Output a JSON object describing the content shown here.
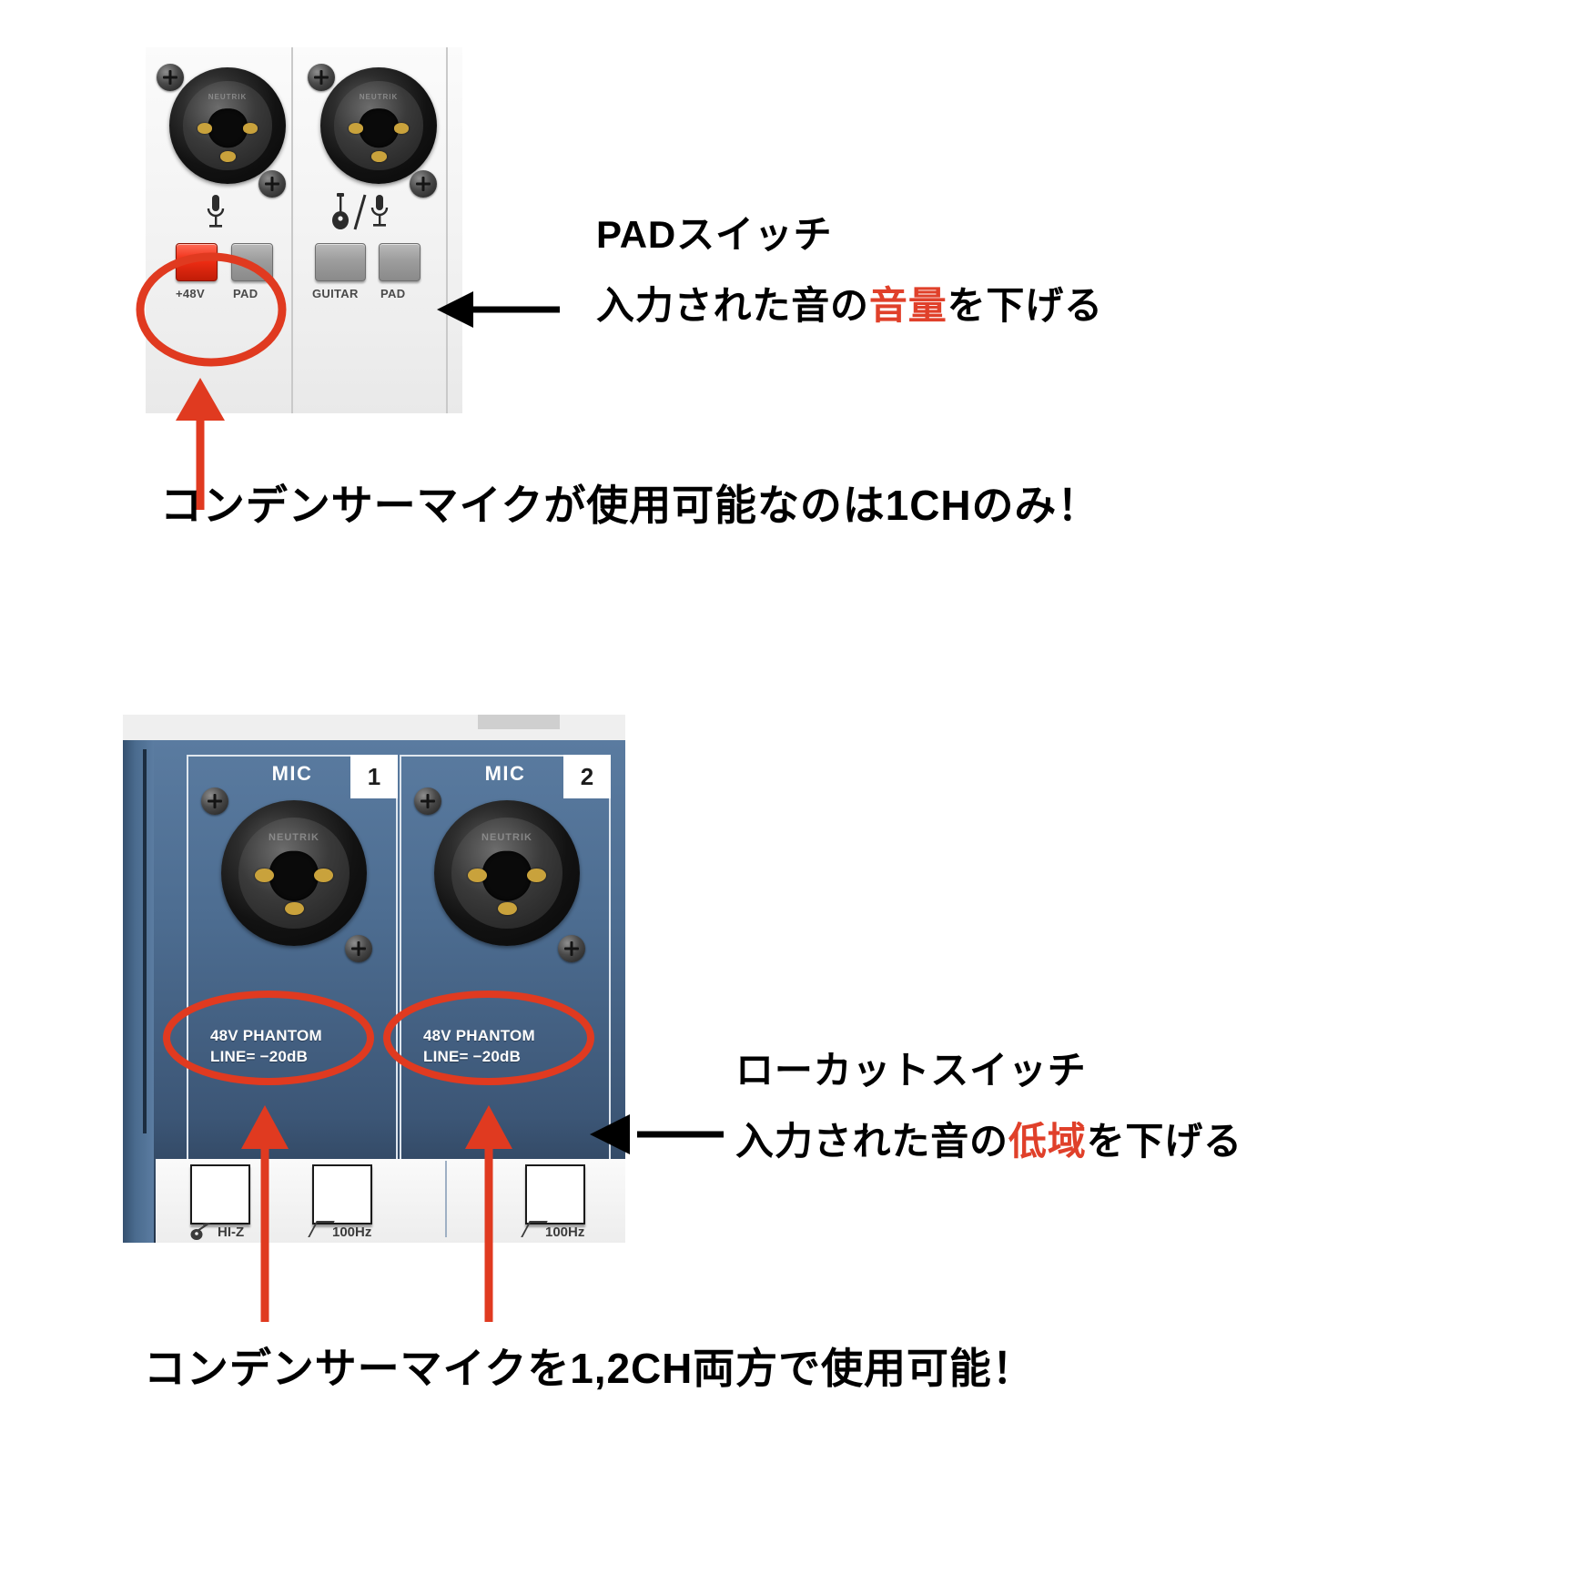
{
  "page": {
    "background": "#ffffff",
    "accent_red": "#e0402a",
    "annotation_red": "#e03a20",
    "text_black": "#000000"
  },
  "top_section": {
    "device": {
      "name": "audio-interface-front-panel-white",
      "channels": [
        {
          "jack_brand": "NEUTRIK",
          "input_icon": "microphone-icon",
          "buttons": [
            {
              "label": "+48V",
              "state": "on",
              "color": "#ef2d14"
            },
            {
              "label": "PAD",
              "state": "off",
              "color": "#9d9d9d"
            }
          ]
        },
        {
          "jack_brand": "NEUTRIK",
          "input_icon": "guitar-slash-microphone-icon",
          "buttons": [
            {
              "label": "GUITAR",
              "state": "off",
              "color": "#9d9d9d"
            },
            {
              "label": "PAD",
              "state": "off",
              "color": "#9d9d9d"
            }
          ]
        }
      ]
    },
    "callout_right": {
      "title": "PADスイッチ",
      "body_prefix": "入力された音の",
      "body_highlight": "音量",
      "body_suffix": "を下げる",
      "pointer": "arrow-left"
    },
    "callout_bottom": {
      "text": "コンデンサーマイクが使用可能なのは1CHのみ！",
      "pointer": "arrow-up",
      "marker": "red-circle-around-48v-button"
    }
  },
  "bottom_section": {
    "device": {
      "name": "mixer-front-panel-blue",
      "channels": [
        {
          "header_label": "MIC",
          "number": "1",
          "jack_brand": "NEUTRIK",
          "phantom_line1": "48V PHANTOM",
          "phantom_line2": "LINE= −20dB",
          "switches": [
            {
              "caption": "HI-Z",
              "icon": "guitar-icon"
            },
            {
              "caption": "100Hz",
              "icon": "low-cut-slope-icon"
            }
          ]
        },
        {
          "header_label": "MIC",
          "number": "2",
          "jack_brand": "NEUTRIK",
          "phantom_line1": "48V PHANTOM",
          "phantom_line2": "LINE= −20dB",
          "switches": [
            {
              "caption": "100Hz",
              "icon": "low-cut-slope-icon"
            }
          ]
        }
      ]
    },
    "callout_right": {
      "title": "ローカットスイッチ",
      "body_prefix": "入力された音の",
      "body_highlight": "低域",
      "body_suffix": "を下げる",
      "pointer": "arrow-left"
    },
    "callout_bottom": {
      "text": "コンデンサーマイクを1,2CH両方で使用可能！",
      "pointer": "arrow-up-double",
      "marker": "red-ellipse-around-48v-phantom-labels"
    }
  }
}
